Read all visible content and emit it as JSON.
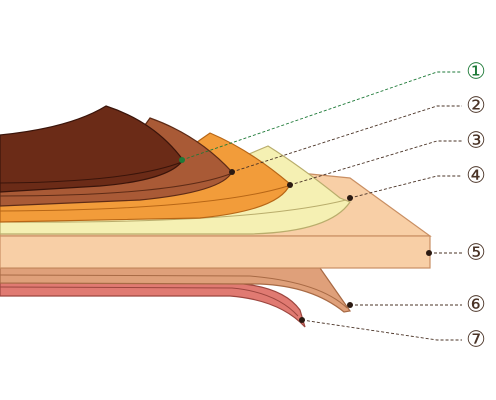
{
  "callouts": [
    {
      "label": "①",
      "color": "#1e7a38"
    },
    {
      "label": "②",
      "color": "#4a3326"
    },
    {
      "label": "③",
      "color": "#4a3326"
    },
    {
      "label": "④",
      "color": "#4a3326"
    },
    {
      "label": "⑤",
      "color": "#4a3326"
    },
    {
      "label": "⑥",
      "color": "#4a3326"
    },
    {
      "label": "⑦",
      "color": "#4a3326"
    }
  ],
  "layer_colors": {
    "layer_1": "#6b2b17",
    "layer_2": "#a95a36",
    "layer_3": "#f29c3a",
    "layer_4": "#f5f0b3",
    "layer_5": "#f8cfa6",
    "layer_6": "#dfa07a",
    "layer_7": "#e07a72"
  }
}
